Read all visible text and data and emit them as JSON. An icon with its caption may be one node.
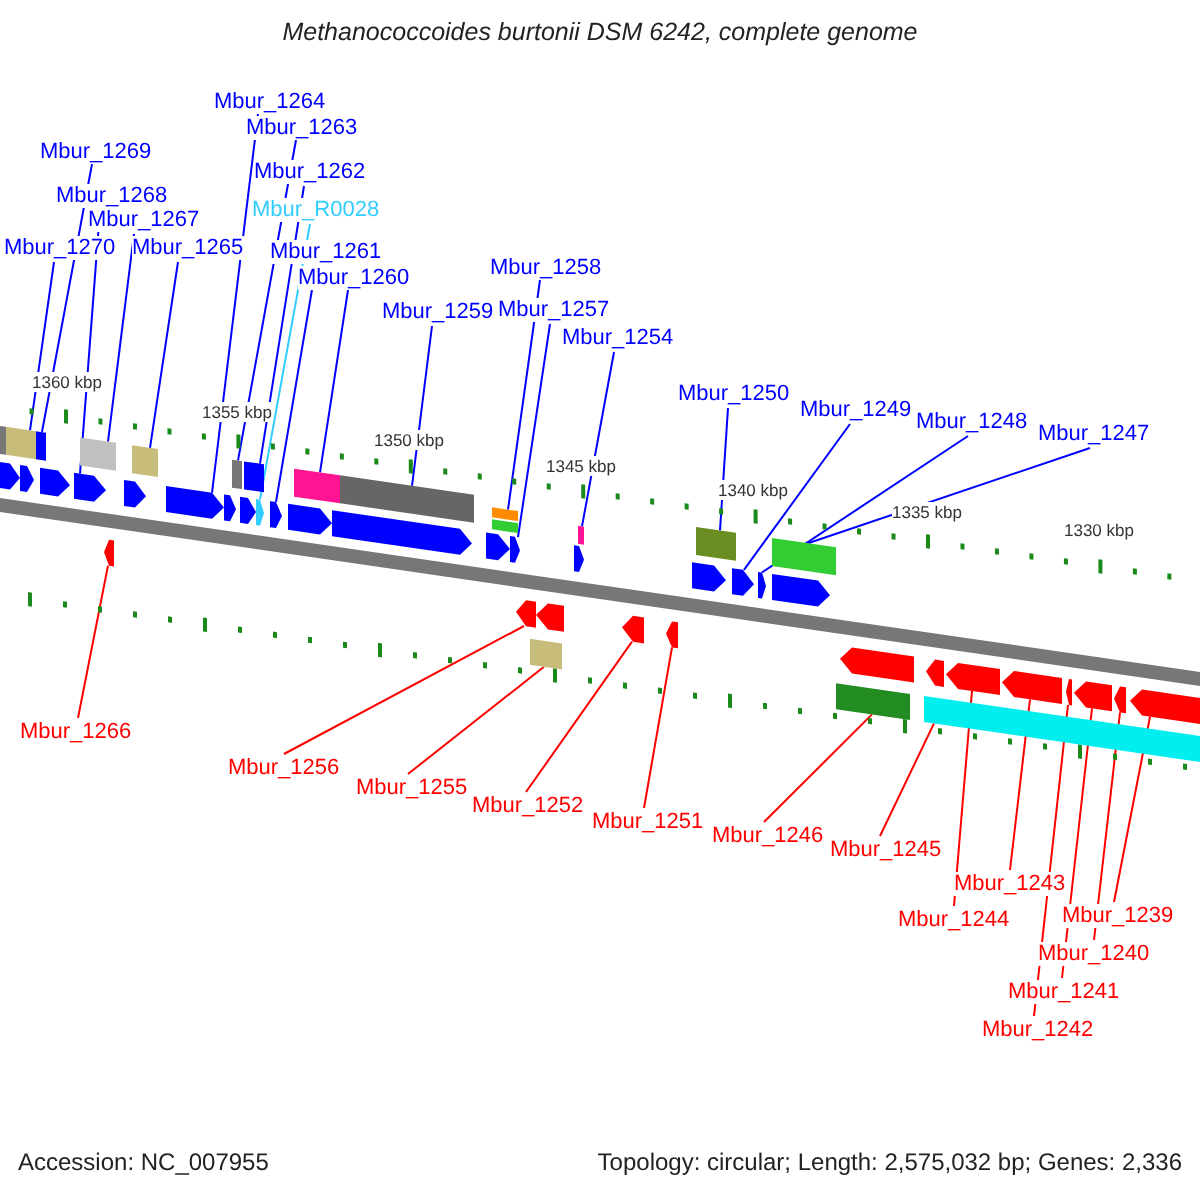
{
  "diagram": {
    "title": "Methanococcoides burtonii DSM 6242, complete genome",
    "nodes": [
      {
        "text": [
          "Mbur_1270"
        ]
      },
      {
        "text": [
          "Mbur_1269"
        ]
      },
      {
        "text": [
          "Mbur_1268"
        ]
      },
      {
        "text": [
          "Mbur_1267"
        ]
      },
      {
        "text": [
          "Mbur_1265"
        ]
      },
      {
        "text": [
          "Mbur_1264"
        ]
      },
      {
        "text": [
          "Mbur_1263"
        ]
      },
      {
        "text": [
          "Mbur_1262"
        ]
      },
      {
        "text": [
          "Mbur_R0028"
        ]
      },
      {
        "text": [
          "Mbur_1261"
        ]
      },
      {
        "text": [
          "Mbur_1260"
        ]
      },
      {
        "text": [
          "Mbur_1259"
        ]
      },
      {
        "text": [
          "Mbur_1258"
        ]
      },
      {
        "text": [
          "Mbur_1257"
        ]
      },
      {
        "text": [
          "Mbur_1254"
        ]
      },
      {
        "text": [
          "Mbur_1250"
        ]
      },
      {
        "text": [
          "Mbur_1249"
        ]
      },
      {
        "text": [
          "Mbur_1248"
        ]
      },
      {
        "text": [
          "Mbur_1247"
        ]
      },
      {
        "text": [
          "Mbur_1266"
        ]
      },
      {
        "text": [
          "Mbur_1256"
        ]
      },
      {
        "text": [
          "Mbur_1255"
        ]
      },
      {
        "text": [
          "Mbur_1252"
        ]
      },
      {
        "text": [
          "Mbur_1251"
        ]
      },
      {
        "text": [
          "Mbur_1246"
        ]
      },
      {
        "text": [
          "Mbur_1245"
        ]
      },
      {
        "text": [
          "Mbur_1244"
        ]
      },
      {
        "text": [
          "Mbur_1243"
        ]
      },
      {
        "text": [
          "Mbur_1242"
        ]
      },
      {
        "text": [
          "Mbur_1241"
        ]
      },
      {
        "text": [
          "Mbur_1240"
        ]
      },
      {
        "text": [
          "Mbur_1239"
        ]
      },
      {
        "text": [],
        "shape": "box"
      },
      {
        "text": [],
        "shape": "pentagon"
      },
      {
        "text": [],
        "shape": "box"
      },
      {
        "text": [],
        "shape": "pentagon"
      },
      {
        "text": [],
        "shape": "box"
      },
      {
        "text": [],
        "shape": "pentagon"
      },
      {
        "text": [],
        "shape": "pentagon"
      },
      {
        "text": [],
        "shape": "box"
      },
      {
        "text": [],
        "shape": "pentagon"
      },
      {
        "text": [],
        "shape": "box"
      },
      {
        "text": [],
        "shape": "pentagon"
      },
      {
        "text": [],
        "shape": "pentagon"
      },
      {
        "text": [],
        "shape": "box"
      },
      {
        "text": [],
        "shape": "pentagon"
      },
      {
        "text": [],
        "shape": "box"
      },
      {
        "text": [],
        "shape": "pentagon"
      },
      {
        "text": [],
        "shape": "pentagon"
      },
      {
        "text": [],
        "shape": "pentagon"
      },
      {
        "text": [],
        "shape": "box"
      },
      {
        "text": [],
        "shape": "pentagon"
      },
      {
        "text": [],
        "shape": "box"
      },
      {
        "text": [],
        "shape": "pentagon"
      },
      {
        "text": [],
        "shape": "box"
      },
      {
        "text": [],
        "shape": "box"
      },
      {
        "text": [],
        "shape": "pentagon"
      },
      {
        "text": [],
        "shape": "pentagon"
      },
      {
        "text": [],
        "shape": "box"
      },
      {
        "text": [],
        "shape": "pentagon"
      },
      {
        "text": [],
        "shape": "box"
      },
      {
        "text": [],
        "shape": "pentagon"
      },
      {
        "text": [],
        "shape": "pentagon"
      },
      {
        "text": [],
        "shape": "pentagon"
      },
      {
        "text": [],
        "shape": "box"
      },
      {
        "text": [],
        "shape": "pentagon"
      },
      {
        "text": [],
        "shape": "pentagon"
      },
      {
        "text": [],
        "shape": "box"
      },
      {
        "text": [],
        "shape": "pentagon"
      },
      {
        "text": [],
        "shape": "pentagon"
      },
      {
        "text": [],
        "shape": "pentagon"
      },
      {
        "text": [],
        "shape": "box"
      },
      {
        "text": [],
        "shape": "pentagon"
      },
      {
        "text": [],
        "shape": "box"
      },
      {
        "text": [],
        "shape": "pentagon"
      },
      {
        "text": [],
        "shape": "pentagon"
      },
      {
        "text": [],
        "shape": "pentagon"
      },
      {
        "text": [],
        "shape": "pentagon"
      },
      {
        "text": [],
        "shape": "pentagon"
      },
      {
        "text": [],
        "shape": "pentagon"
      },
      {
        "text": [],
        "shape": "pentagon"
      }
    ],
    "edges": [
      {
        "from": 0,
        "to": 34,
        "arrow": "none"
      },
      {
        "from": 1,
        "to": 36,
        "arrow": "none"
      },
      {
        "from": 2,
        "to": 38,
        "arrow": "none"
      },
      {
        "from": 3,
        "to": 39,
        "arrow": "none"
      },
      {
        "from": 4,
        "to": 41,
        "arrow": "none"
      },
      {
        "from": 5,
        "to": 42,
        "arrow": "none"
      },
      {
        "from": 6,
        "to": 44,
        "arrow": "none"
      },
      {
        "from": 7,
        "to": 46,
        "arrow": "none"
      },
      {
        "from": 8,
        "to": 47,
        "arrow": "none",
        "color": "#33ccff"
      },
      {
        "from": 9,
        "to": 48,
        "arrow": "none"
      },
      {
        "from": 10,
        "to": 50,
        "arrow": "none"
      },
      {
        "from": 11,
        "to": 52,
        "arrow": "none"
      },
      {
        "from": 12,
        "to": 54,
        "arrow": "none"
      },
      {
        "from": 13,
        "to": 56,
        "arrow": "none"
      },
      {
        "from": 14,
        "to": 58,
        "arrow": "none"
      },
      {
        "from": 15,
        "to": 60,
        "arrow": "none"
      },
      {
        "from": 16,
        "to": 61,
        "arrow": "none"
      },
      {
        "from": 17,
        "to": 62,
        "arrow": "none"
      },
      {
        "from": 18,
        "to": 64,
        "arrow": "none"
      },
      {
        "from": 19,
        "to": 65,
        "arrow": "none",
        "color": "#ff0000"
      },
      {
        "from": 20,
        "to": 66,
        "arrow": "none",
        "color": "#ff0000"
      },
      {
        "from": 21,
        "to": 67,
        "arrow": "none",
        "color": "#ff0000"
      },
      {
        "from": 22,
        "to": 69,
        "arrow": "none",
        "color": "#ff0000"
      },
      {
        "from": 23,
        "to": 70,
        "arrow": "none",
        "color": "#ff0000"
      },
      {
        "from": 24,
        "to": 71,
        "arrow": "none",
        "color": "#ff0000"
      },
      {
        "from": 25,
        "to": 73,
        "arrow": "none",
        "color": "#ff0000"
      },
      {
        "from": 26,
        "to": 75,
        "arrow": "none",
        "color": "#ff0000"
      },
      {
        "from": 27,
        "to": 76,
        "arrow": "none",
        "color": "#ff0000"
      },
      {
        "from": 28,
        "to": 77,
        "arrow": "none",
        "color": "#ff0000"
      },
      {
        "from": 29,
        "to": 78,
        "arrow": "none",
        "color": "#ff0000"
      },
      {
        "from": 30,
        "to": 79,
        "arrow": "none",
        "color": "#ff0000"
      },
      {
        "from": 31,
        "to": 80,
        "arrow": "none",
        "color": "#ff0000"
      }
    ],
    "labels": [
      "1360 kbp",
      "1355 kbp",
      "1350 kbp",
      "1345 kbp",
      "1340 kbp",
      "1335 kbp",
      "1330 kbp",
      "Accession: NC_007955",
      "Topology: circular; Length: 2,575,032 bp; Genes: 2,336"
    ]
  }
}
